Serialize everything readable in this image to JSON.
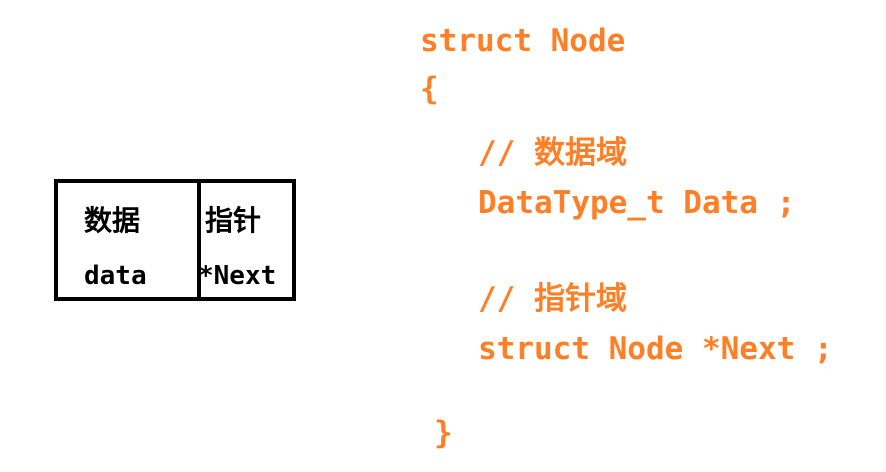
{
  "node_box": {
    "data_cell": {
      "title": "数据",
      "label": "data"
    },
    "pointer_cell": {
      "title": "指针",
      "label": "*Next"
    }
  },
  "code": {
    "color": "#ff7f27",
    "lines": [
      "struct Node",
      "{",
      "// 数据域",
      "DataType_t Data ;",
      "// 指针域",
      "struct Node *Next ;",
      "}"
    ]
  }
}
